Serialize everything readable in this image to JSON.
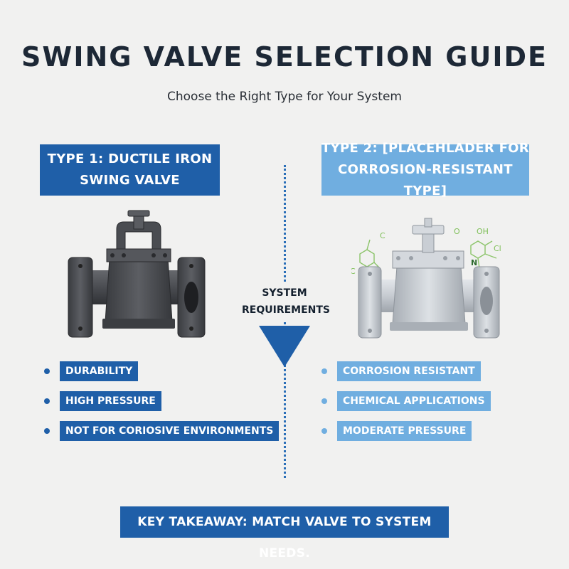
{
  "header": {
    "title": "SWING VALVE SELECTION GUIDE",
    "subtitle": "Choose the Right Type for Your System"
  },
  "type1": {
    "title_line1": "TYPE 1: DUCTILE IRON",
    "title_line2": "SWING VALVE",
    "features": [
      "DURABILITY",
      "HIGH PRESSURE",
      "NOT FOR CORIOSIVE ENVIRONMENTS"
    ],
    "color": "#1f5fa8",
    "valve_color": "#4a4c51"
  },
  "type2": {
    "title_line1": "TYPE 2: [PLACEHLADER FOR",
    "title_line2": "CORROSION-RESISTANT TYPE]",
    "features": [
      "CORROSION RESISTANT",
      "CHEMICAL APPLICATIONS",
      "MODERATE PRESSURE"
    ],
    "color": "#70aee0",
    "valve_color": "#c9ced4"
  },
  "center": {
    "line1": "SYSTEM",
    "line2": "REQUIREMENTS"
  },
  "takeaway": "KEY TAKEAWAY: MATCH VALVE TO SYSTEM NEEDS."
}
